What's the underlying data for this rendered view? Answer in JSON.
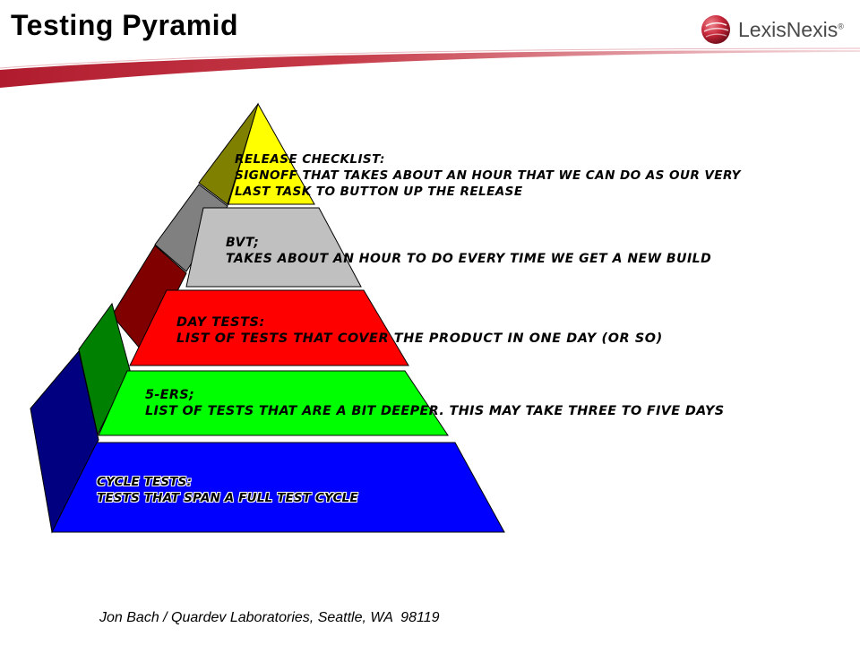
{
  "header": {
    "title": "Testing Pyramid",
    "logo_text": "LexisNexis",
    "logo_mark": "®"
  },
  "pyramid": {
    "tiers": [
      {
        "id": "release",
        "head": "Release Checklist:",
        "desc_lines": [
          "Signoff that takes about an hour that we can do as our very",
          "last task to button up the release"
        ],
        "color": "#ffff00"
      },
      {
        "id": "bvt",
        "head": "BVT;",
        "desc_lines": [
          "Takes about an hour to do every time we get a new build"
        ],
        "color": "#c0c0c0"
      },
      {
        "id": "day",
        "head": "Day tests:",
        "desc_lines": [
          "List of tests that cover the product in one day (or so)"
        ],
        "color": "#ff0000"
      },
      {
        "id": "fivers",
        "head": "5-ers;",
        "desc_lines": [
          "List of tests that are a bit deeper. This may take three to five days"
        ],
        "color": "#00ff00"
      },
      {
        "id": "cycle",
        "head": "Cycle tests:",
        "desc_lines": [
          "Tests that span a full test cycle"
        ],
        "color": "#0000ff"
      }
    ]
  },
  "footer": {
    "credit": "Jon Bach / Quardev Laboratories, Seattle, WA  98119"
  },
  "colors": {
    "brand_red": "#b01c2e",
    "yellow_side": "#808000",
    "grey_side": "#808080",
    "red_side": "#800000",
    "green_side": "#008000",
    "blue_side": "#000080"
  }
}
